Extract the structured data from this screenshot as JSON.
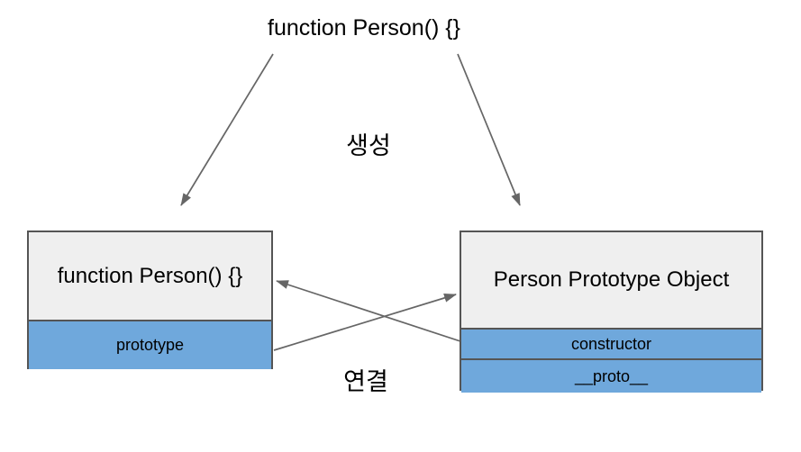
{
  "top_label": "function Person() {}",
  "labels": {
    "creation": "생성",
    "connection": "연결"
  },
  "left_box": {
    "title": "function Person() {}",
    "rows": [
      "prototype"
    ]
  },
  "right_box": {
    "title": "Person Prototype Object",
    "rows": [
      "constructor",
      "__proto__"
    ]
  },
  "colors": {
    "background": "#ffffff",
    "box_fill": "#efefef",
    "row_fill": "#6fa8dc",
    "border": "#555555",
    "arrow": "#666666",
    "text": "#000000"
  }
}
